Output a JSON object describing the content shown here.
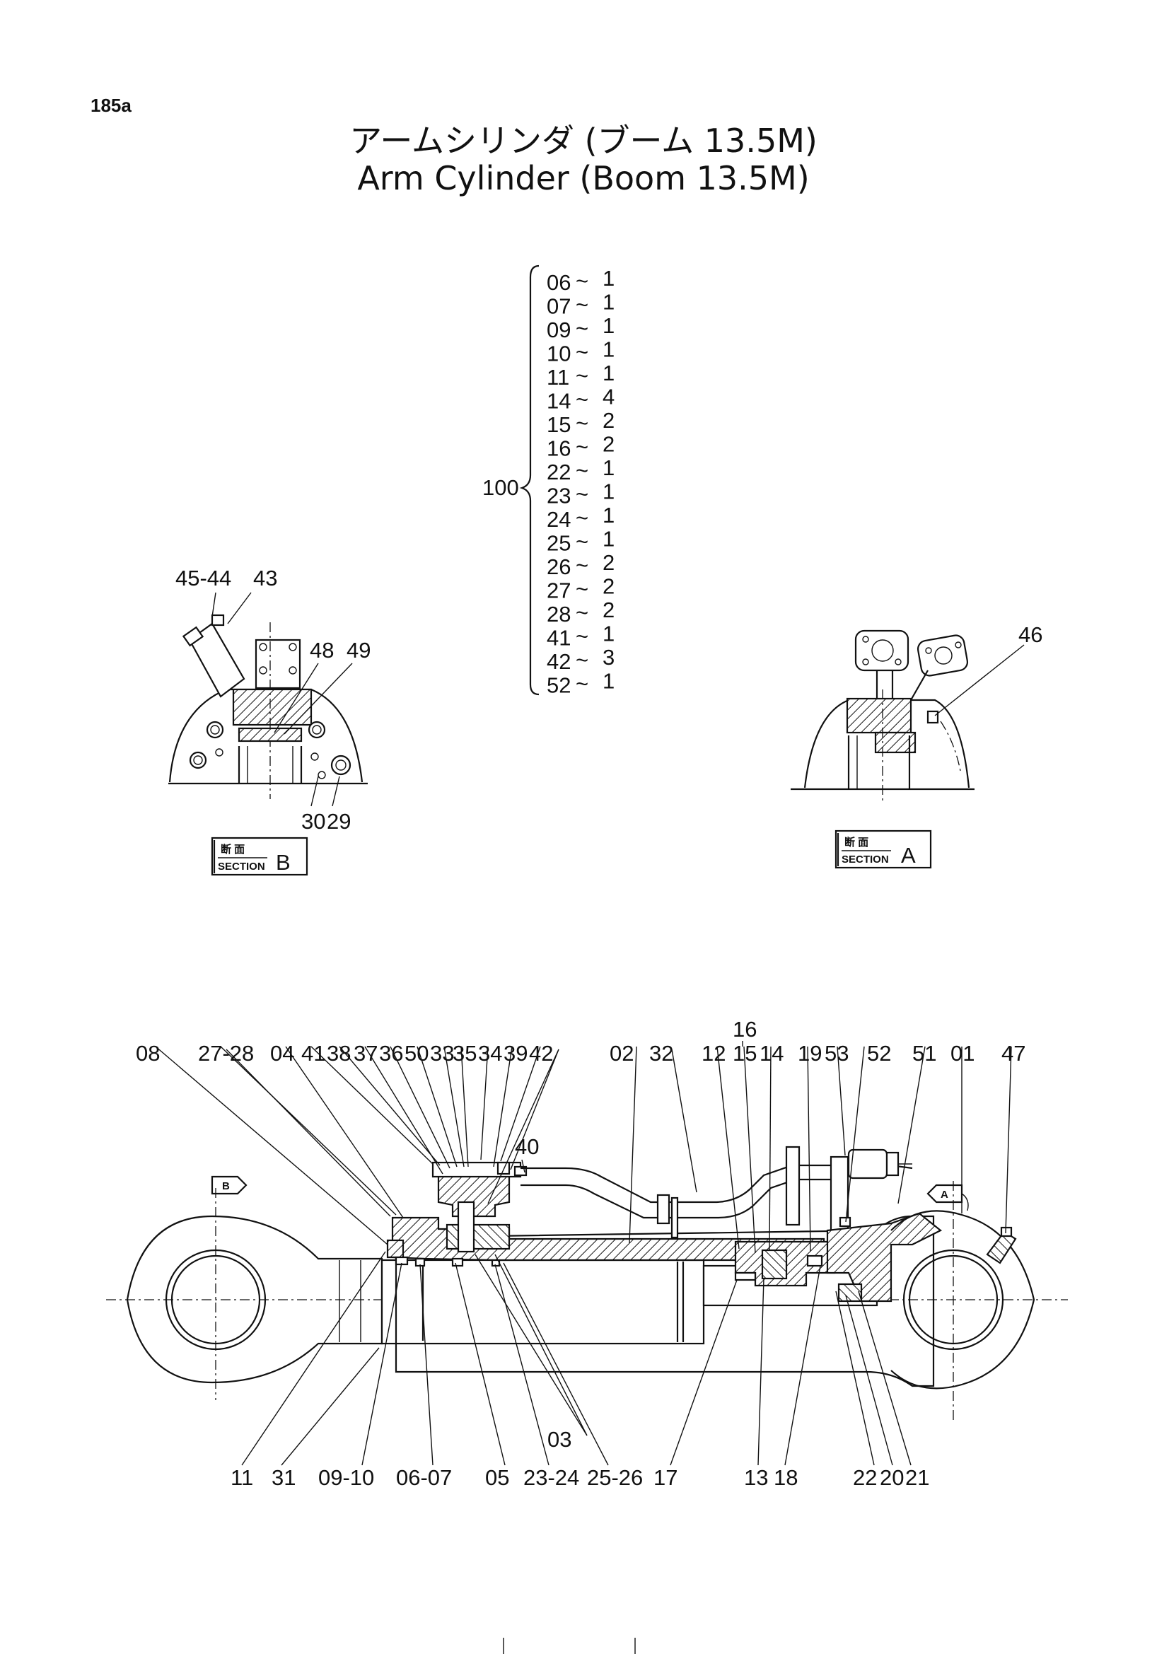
{
  "page_number": "185a",
  "title_jp": "アームシリンダ (ブーム 13.5M)",
  "title_en": "Arm Cylinder (Boom 13.5M)",
  "kit": {
    "number": "100",
    "items": [
      {
        "part": "06",
        "qty": "1"
      },
      {
        "part": "07",
        "qty": "1"
      },
      {
        "part": "09",
        "qty": "1"
      },
      {
        "part": "10",
        "qty": "1"
      },
      {
        "part": "11",
        "qty": "1"
      },
      {
        "part": "14",
        "qty": "4"
      },
      {
        "part": "15",
        "qty": "2"
      },
      {
        "part": "16",
        "qty": "2"
      },
      {
        "part": "22",
        "qty": "1"
      },
      {
        "part": "23",
        "qty": "1"
      },
      {
        "part": "24",
        "qty": "1"
      },
      {
        "part": "25",
        "qty": "1"
      },
      {
        "part": "26",
        "qty": "2"
      },
      {
        "part": "27",
        "qty": "2"
      },
      {
        "part": "28",
        "qty": "2"
      },
      {
        "part": "41",
        "qty": "1"
      },
      {
        "part": "42",
        "qty": "3"
      },
      {
        "part": "52",
        "qty": "1"
      }
    ]
  },
  "section_b": {
    "kanji": "断 面",
    "word": "SECTION",
    "letter": "B",
    "callouts": {
      "c4544": "45-44",
      "c43": "43",
      "c48": "48",
      "c49": "49",
      "c30": "30",
      "c29": "29"
    }
  },
  "section_a": {
    "kanji": "断 面",
    "word": "SECTION",
    "letter": "A",
    "callouts": {
      "c46": "46"
    }
  },
  "main_view": {
    "marker_b": "B",
    "marker_a": "A",
    "top_callouts": {
      "c08": "08",
      "c2728": "27-28",
      "c04": "04",
      "c41": "41",
      "c38": "38",
      "c37": "37",
      "c36": "36",
      "c50": "50",
      "c33": "33",
      "c35": "35",
      "c34": "34",
      "c39": "39",
      "c42": "42",
      "c40": "40",
      "c02": "02",
      "c32": "32",
      "c12": "12",
      "c16": "16",
      "c15": "15",
      "c14": "14",
      "c19": "19",
      "c53": "53",
      "c52": "52",
      "c51": "51",
      "c01": "01",
      "c47": "47"
    },
    "bottom_callouts": {
      "c11": "11",
      "c31": "31",
      "c0910": "09-10",
      "c0607": "06-07",
      "c05": "05",
      "c2324": "23-24",
      "c2526": "25-26",
      "c17": "17",
      "c03": "03",
      "c13": "13",
      "c18": "18",
      "c22": "22",
      "c20": "20",
      "c21": "21"
    }
  }
}
